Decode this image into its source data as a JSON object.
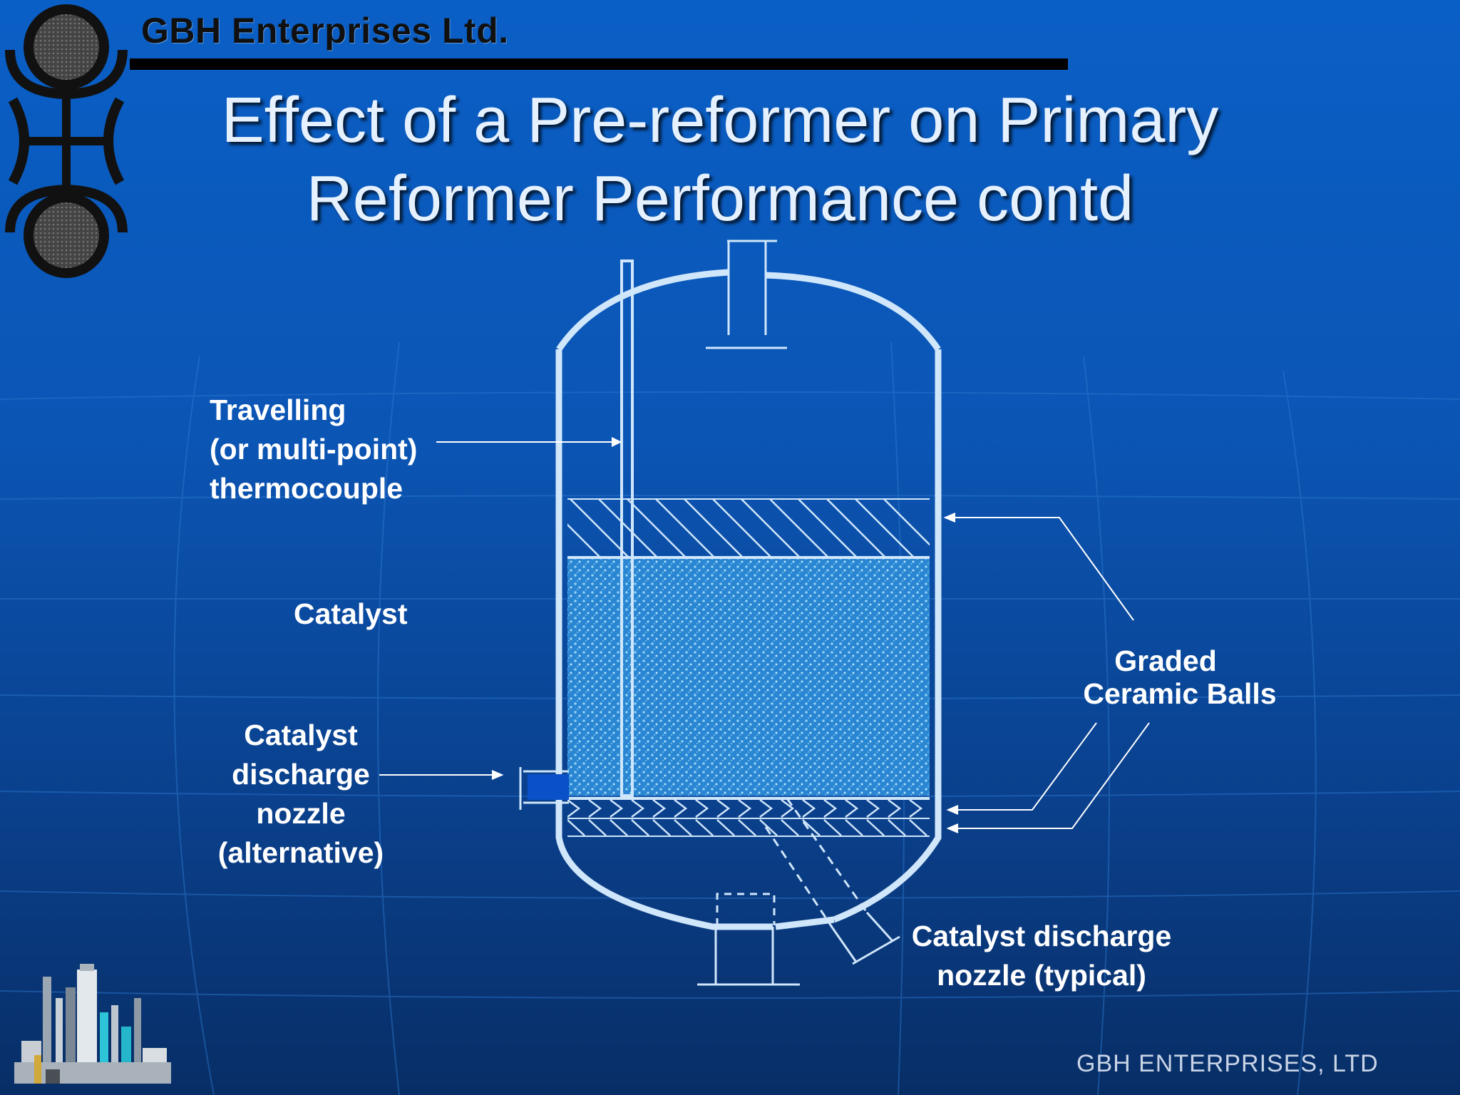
{
  "header": {
    "company": "GBH Enterprises Ltd.",
    "title_line1": "Effect of a Pre-reformer on Primary",
    "title_line2": "Reformer Performance contd"
  },
  "diagram": {
    "thermocouple_label": [
      "Travelling",
      "(or multi-point)",
      "thermocouple"
    ],
    "catalyst_label": "Catalyst",
    "alt_nozzle_label": [
      "Catalyst",
      "discharge",
      "nozzle",
      "(alternative)"
    ],
    "ceramic_balls_label": [
      "Graded",
      "Ceramic Balls"
    ],
    "typical_nozzle_label": [
      "Catalyst discharge",
      "nozzle (typical)"
    ]
  },
  "footer": {
    "text": "GBH ENTERPRISES, LTD"
  },
  "colors": {
    "vessel_line": "#cfe6fb",
    "catalyst_fill": "#2f8fd8",
    "nozzle_block": "#0a50c8",
    "header_rule": "#000000"
  }
}
